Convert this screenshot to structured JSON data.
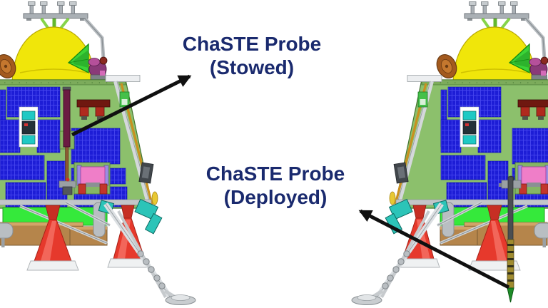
{
  "page": {
    "background": "#ffffff",
    "description": "Side-view CAD diagram of a lunar lander shown twice: ChaSTE probe stowed (left) and deployed (right), each indicated by a black arrow and navy label"
  },
  "annotations": {
    "stowed": {
      "line1": "ChaSTE Probe",
      "line2": "(Stowed)"
    },
    "deployed": {
      "line1": "ChaSTE Probe",
      "line2": "(Deployed)"
    }
  },
  "figures": {
    "left": {
      "probe_state": "Stowed"
    },
    "right": {
      "probe_state": "Deployed"
    }
  },
  "colors": {
    "label_text": "#1a2a6e",
    "arrow": "#101010",
    "dome_yellow": "#f0e60a",
    "body_green": "#8cc06c",
    "solar_blue": "#1d1dd6",
    "nozzle_red": "#e6392c",
    "band_green": "#35e93b",
    "box_brown": "#b5854b",
    "probe_stowed_maroon": "#6b1b42",
    "probe_tip_green": "#1e8c28",
    "metal_gray": "#b9bec2",
    "teal_mechanism": "#2cc4b8",
    "pink_panel": "#ef7ec8",
    "dish_green": "#3bd437",
    "disc_brown": "#a35a1e"
  }
}
